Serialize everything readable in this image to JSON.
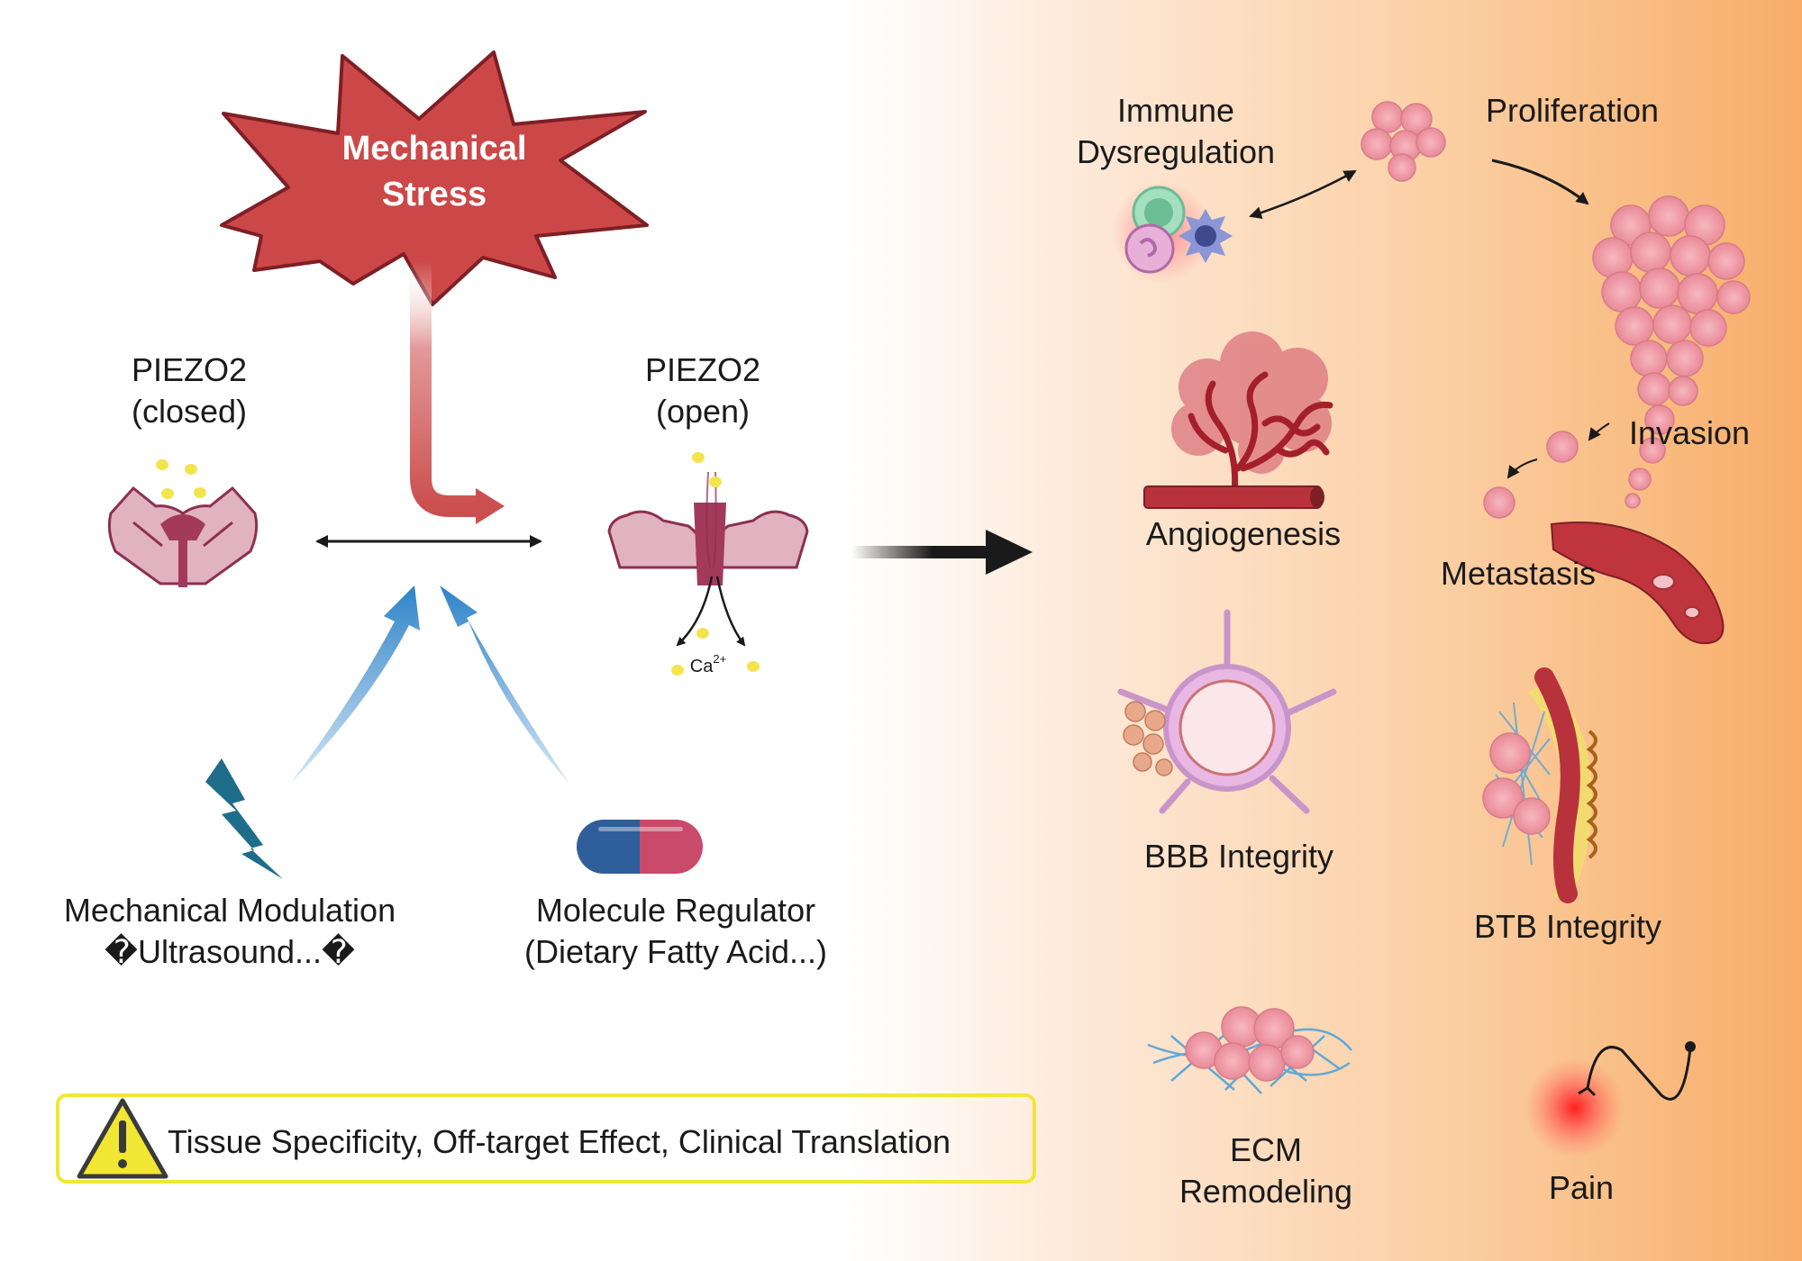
{
  "stress": {
    "line1": "Mechanical",
    "line2": "Stress"
  },
  "channel_closed": {
    "line1": "PIEZO2",
    "line2": "(closed)"
  },
  "channel_open": {
    "line1": "PIEZO2",
    "line2": "(open)",
    "ion": "Ca",
    "ion_charge": "2+"
  },
  "modulators": {
    "mechanical": {
      "line1": "Mechanical Modulation",
      "line2": "�Ultrasound...�"
    },
    "molecule": {
      "line1": "Molecule Regulator",
      "line2": "(Dietary Fatty Acid...)"
    }
  },
  "warning": {
    "text": "Tissue Specificity, Off-target Effect,  Clinical Translation"
  },
  "outcomes": {
    "immune": {
      "line1": "Immune",
      "line2": "Dysregulation"
    },
    "proliferation": "Proliferation",
    "invasion": "Invasion",
    "metastasis": "Metastasis",
    "angiogenesis": "Angiogenesis",
    "bbb": "BBB Integrity",
    "btb": "BTB Integrity",
    "ecm": {
      "line1": "ECM",
      "line2": "Remodeling"
    },
    "pain": "Pain"
  },
  "colors": {
    "stress_fill": "#cc4848",
    "stress_stroke": "#7e1f25",
    "channel_pink": "#e1b2bf",
    "channel_dark": "#a33a5b",
    "arrow_blue": "#2f83c9",
    "calcium": "#f3e44e",
    "tumor_pink": "#ee9aa6",
    "vessel_red": "#b8323c",
    "ecm_blue": "#62a8d6",
    "warning_yellow": "#f1e634"
  }
}
